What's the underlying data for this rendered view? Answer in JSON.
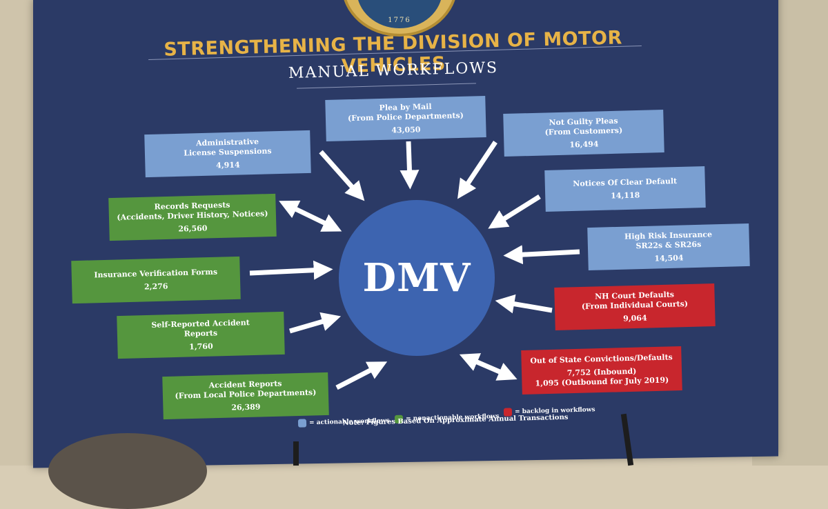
{
  "poster": {
    "title": "STRENGTHENING THE DIVISION OF MOTOR VEHICLES",
    "subtitle": "MANUAL WORKFLOWS",
    "seal_year": "1776",
    "hub_label": "DMV",
    "note": "Note: Figures Based On Approximate Annual Transactions"
  },
  "colors": {
    "actionable": "#7a9fd1",
    "nonactionable": "#55963e",
    "backlog": "#c8262d",
    "board": "#2b3a66",
    "title": "#e7b347"
  },
  "workflows": [
    {
      "id": "plea-by-mail",
      "category": "actionable",
      "label": "Plea by Mail",
      "sublabel": "(From Police Departments)",
      "value": "43,050",
      "direction": "inbound"
    },
    {
      "id": "admin-license",
      "category": "actionable",
      "label": "Administrative",
      "sublabel": "License Suspensions",
      "value": "4,914",
      "direction": "inbound"
    },
    {
      "id": "not-guilty",
      "category": "actionable",
      "label": "Not Guilty Pleas",
      "sublabel": "(From Customers)",
      "value": "16,494",
      "direction": "inbound"
    },
    {
      "id": "clear-default",
      "category": "actionable",
      "label": "Notices Of Clear Default",
      "sublabel": "",
      "value": "14,118",
      "direction": "inbound"
    },
    {
      "id": "high-risk",
      "category": "actionable",
      "label": "High Risk Insurance",
      "sublabel": "SR22s & SR26s",
      "value": "14,504",
      "direction": "inbound"
    },
    {
      "id": "records-requests",
      "category": "nonactionable",
      "label": "Records Requests",
      "sublabel": "(Accidents, Driver History, Notices)",
      "value": "26,560",
      "direction": "both"
    },
    {
      "id": "insurance-verification",
      "category": "nonactionable",
      "label": "Insurance Verification Forms",
      "sublabel": "",
      "value": "2,276",
      "direction": "inbound"
    },
    {
      "id": "self-reported",
      "category": "nonactionable",
      "label": "Self-Reported Accident",
      "sublabel": "Reports",
      "value": "1,760",
      "direction": "inbound"
    },
    {
      "id": "accident-reports",
      "category": "nonactionable",
      "label": "Accident Reports",
      "sublabel": "(From Local Police Departments)",
      "value": "26,389",
      "direction": "inbound"
    },
    {
      "id": "nh-court",
      "category": "backlog",
      "label": "NH Court Defaults",
      "sublabel": "(From Individual Courts)",
      "value": "9,064",
      "direction": "inbound"
    },
    {
      "id": "out-of-state",
      "category": "backlog",
      "label": "Out of State Convictions/Defaults",
      "sublabel": "",
      "value": "7,752 (Inbound)",
      "value2": "1,095 (Outbound for July 2019)",
      "direction": "both"
    }
  ],
  "legend": [
    {
      "category": "actionable",
      "label": "= actionable workflows"
    },
    {
      "category": "nonactionable",
      "label": "= nonactionable workflows"
    },
    {
      "category": "backlog",
      "label": "= backlog in workflows"
    }
  ]
}
